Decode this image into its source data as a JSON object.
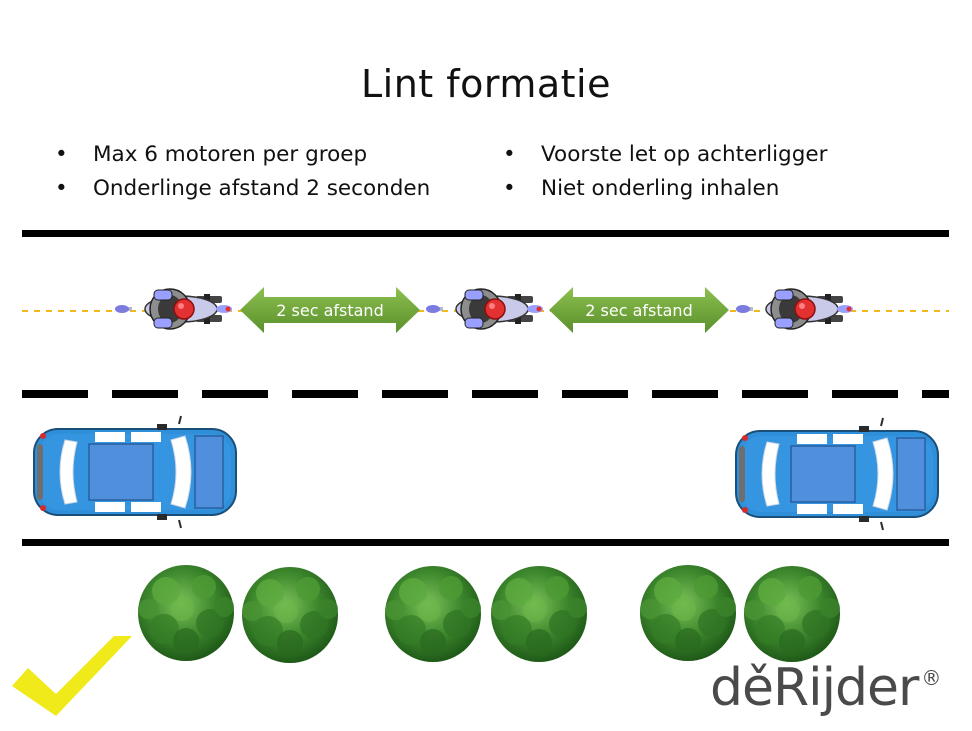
{
  "title": "Lint formatie",
  "bullets_left": [
    "Max 6 motoren per groep",
    "Onderlinge afstand 2 seconden"
  ],
  "bullets_right": [
    "Voorste let op achterligger",
    "Niet onderling inhalen"
  ],
  "arrows": [
    {
      "label": "2 sec afstand"
    },
    {
      "label": "2 sec afstand"
    }
  ],
  "logo": {
    "text": "děRijder",
    "mark": "®"
  },
  "colors": {
    "road_line": "#000000",
    "center_dash": "#f2b81c",
    "arrow_green": "#6ea33a",
    "car_blue": "#2f8fd8",
    "tree_green": "#3f8a2e",
    "check_yellow": "#f0ea1a",
    "logo_grey": "#4a4a4a"
  }
}
